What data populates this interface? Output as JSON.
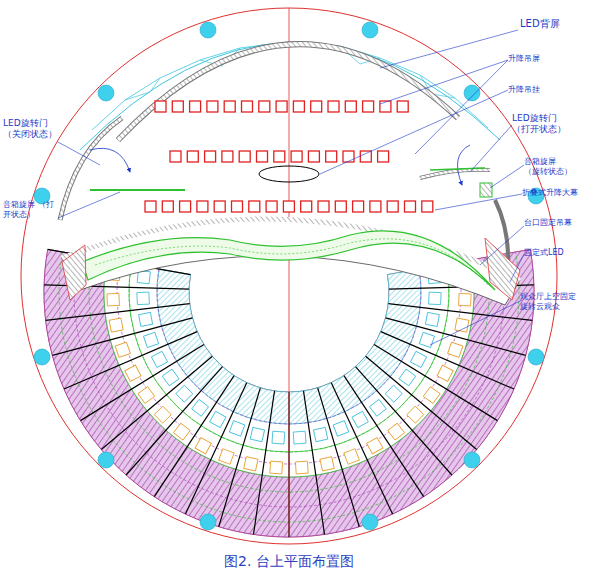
{
  "diagram": {
    "caption": "图2. 台上平面布置图",
    "labels": [
      "LED背屏",
      "升降吊屏",
      "升降吊挂",
      "LED旋转门 （打开状态）",
      "音箱旋屏 （旋转状态）",
      "折叠式升降大幕",
      "台口固定吊幕",
      "固定式LED",
      "观众厅上空固定旋转云观众",
      "LED旋转门 （关闭状态）",
      "音箱旋屏 （打开状态）"
    ]
  }
}
